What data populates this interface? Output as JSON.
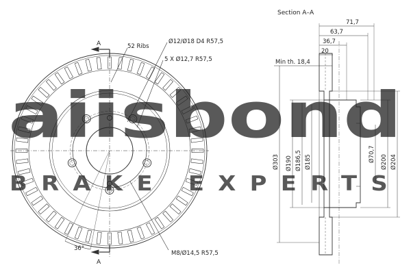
{
  "section_title": "Section A–A",
  "section_marks": [
    "A",
    "A"
  ],
  "front_view": {
    "ribs_label": "52 Ribs",
    "hole_label_1": "Ø12/Ø18 D4   R57,5",
    "hole_label_2": "5 X Ø12,7   R57,5",
    "bolt_label": "M8/Ø14,5   R57,5",
    "angle_label": "36°"
  },
  "section_view": {
    "top_dims": [
      "71,7",
      "63,7",
      "36,7",
      "20"
    ],
    "min_thickness": "Min th. 18,4",
    "vertical_dims_left": [
      "Ø303",
      "Ø190",
      "Ø186,5",
      "Ø185"
    ],
    "vertical_dims_right": [
      "Ø70,7",
      "Ø200",
      "Ø204"
    ]
  },
  "watermark": {
    "brand": "aiisbond",
    "tagline": "BRAKE EXPERTS",
    "color": "#b9b9b9"
  },
  "colors": {
    "line": "#333333",
    "dim": "#555555"
  }
}
